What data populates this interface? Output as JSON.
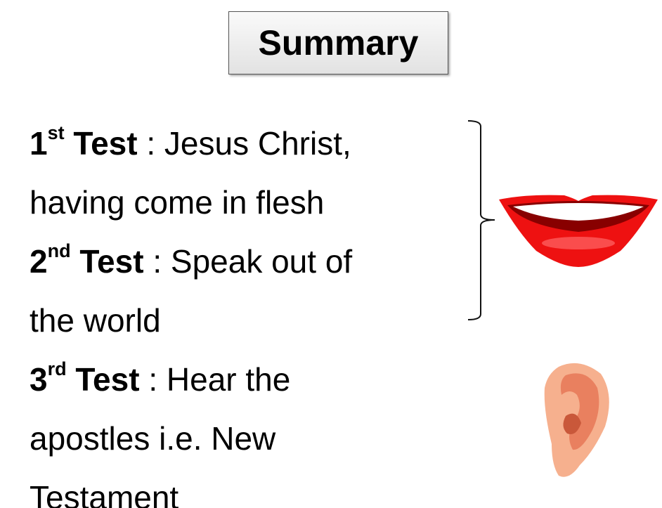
{
  "title": "Summary",
  "tests": [
    {
      "num": "1",
      "suffix": "st",
      "label": "Test",
      "sep": ":",
      "lines": [
        "Jesus Christ,",
        "having come in flesh"
      ]
    },
    {
      "num": "2",
      "suffix": "nd",
      "label": "Test",
      "sep": ":",
      "lines": [
        "Speak out of",
        "the world"
      ]
    },
    {
      "num": "3",
      "suffix": "rd",
      "label": "Test",
      "sep": ":",
      "lines": [
        "Hear the",
        "apostles i.e. New",
        "Testament"
      ]
    }
  ],
  "icons": {
    "mouth": "lips-icon",
    "ear": "ear-icon",
    "bracket": "right-brace"
  },
  "colors": {
    "lips": "#ee1111",
    "ear": "#f0a080"
  }
}
